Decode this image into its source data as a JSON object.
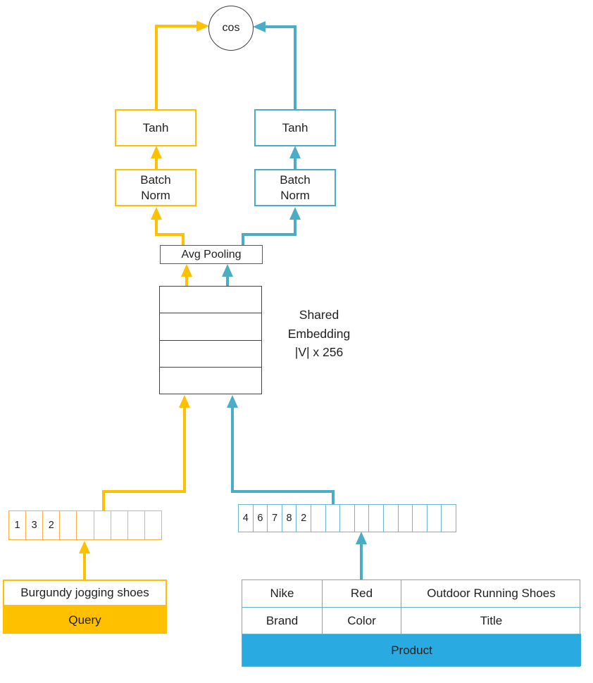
{
  "diagram_title": "two-tower query product embedding model",
  "cos": {
    "label": "cos"
  },
  "query_branch": {
    "tanh_label": "Tanh",
    "batch_norm": [
      "Batch",
      "Norm"
    ]
  },
  "product_branch": {
    "tanh_label": "Tanh",
    "batch_norm": [
      "Batch",
      "Norm"
    ]
  },
  "avg_pooling": {
    "label": "Avg Pooling"
  },
  "shared_embedding": {
    "rows": 4,
    "label_lines": [
      "Shared",
      "Embedding",
      "|V| x 256"
    ]
  },
  "query_vector": {
    "cells": [
      "1",
      "3",
      "2",
      "",
      "",
      "",
      "",
      "",
      ""
    ]
  },
  "product_vector": {
    "cells": [
      "4",
      "6",
      "7",
      "8",
      "2",
      "",
      "",
      "",
      "",
      "",
      "",
      "",
      "",
      "",
      ""
    ]
  },
  "query": {
    "text": "Burgundy jogging shoes",
    "label": "Query"
  },
  "product": {
    "values": [
      "Nike",
      "Red",
      "Outdoor Running Shoes"
    ],
    "fields": [
      "Brand",
      "Color",
      "Title"
    ],
    "label": "Product"
  },
  "colors": {
    "query_accent": "#FFC000",
    "product_accent": "#4BACC6",
    "product_fill": "#29ABE2"
  }
}
